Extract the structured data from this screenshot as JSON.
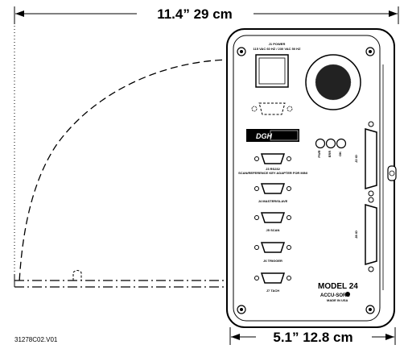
{
  "dimensions": {
    "width_label": "11.4”  29 cm",
    "depth_label": "5.1”  12.8 cm"
  },
  "panel": {
    "model_line1": "MODEL 24",
    "model_line2": "ACCU-SORB",
    "model_line3": "MADE IN USA",
    "logo_text": "DGH",
    "top_label": "J1 POWER",
    "top_label2": "115 VAC 60 HZ / 230 VAC 50 HZ",
    "port_labels": [
      "J3 RS232",
      "J4 MASTER/SLAVE",
      "J5 SCAN",
      "J6 TRIGGER",
      "J7 TACH"
    ],
    "port_sublabel": "SCAN/REFERENCE KEY ADAPTER FOR MINI",
    "side_label_upper": "J2 IO",
    "side_label_lower": "J8 IO",
    "indicator_labels": [
      "PWR",
      "ERR",
      "OK"
    ]
  },
  "figure_id": "31278C02.V01"
}
